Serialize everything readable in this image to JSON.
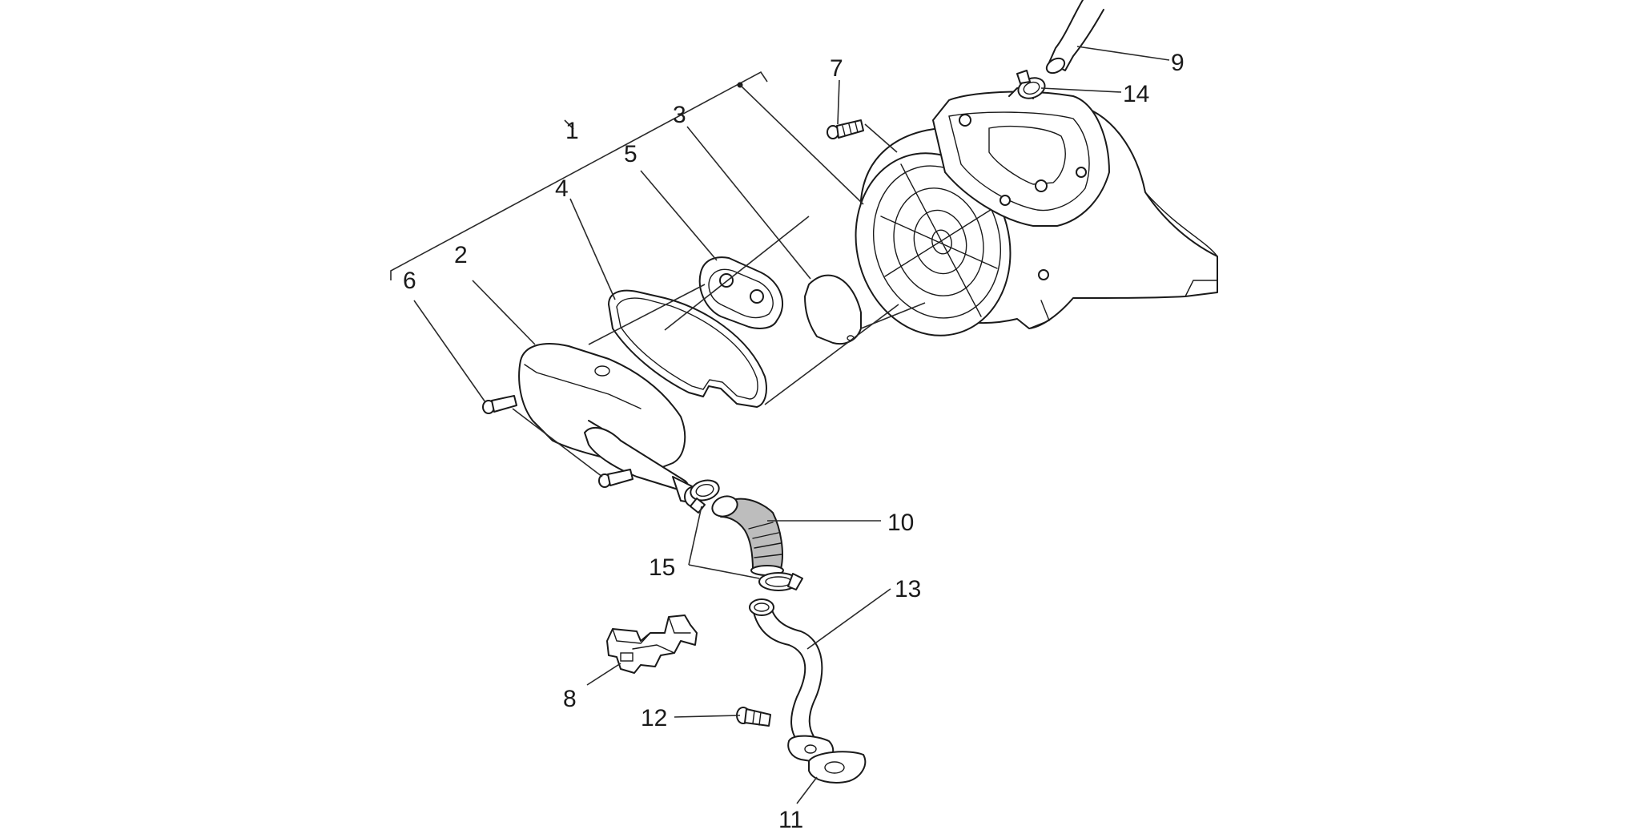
{
  "callouts": [
    {
      "id": "1",
      "label": "1"
    },
    {
      "id": "2",
      "label": "2"
    },
    {
      "id": "3",
      "label": "3"
    },
    {
      "id": "4",
      "label": "4"
    },
    {
      "id": "5",
      "label": "5"
    },
    {
      "id": "6",
      "label": "6"
    },
    {
      "id": "7",
      "label": "7"
    },
    {
      "id": "8",
      "label": "8"
    },
    {
      "id": "9",
      "label": "9"
    },
    {
      "id": "10",
      "label": "10"
    },
    {
      "id": "11",
      "label": "11"
    },
    {
      "id": "12",
      "label": "12"
    },
    {
      "id": "13",
      "label": "13"
    },
    {
      "id": "14",
      "label": "14"
    },
    {
      "id": "15",
      "label": "15"
    }
  ],
  "colors": {
    "line": "#1a1a1a",
    "fill_gray": "#bdbdbd",
    "background": "#ffffff"
  }
}
